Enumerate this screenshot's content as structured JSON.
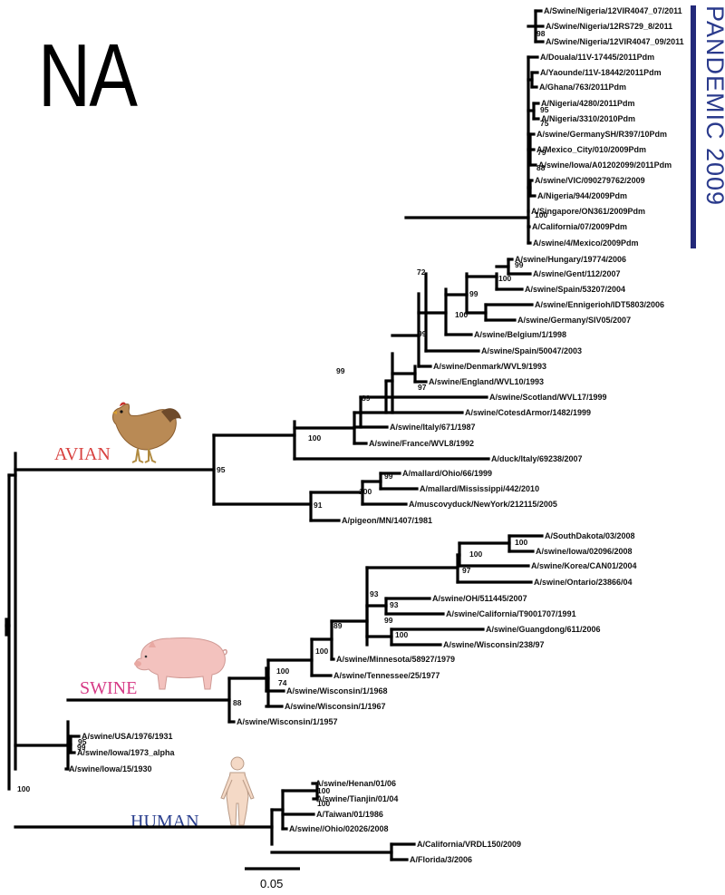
{
  "title": "NA",
  "pandemic_label": "PANDEMIC 2009",
  "groups": {
    "avian": "AVIAN",
    "swine": "SWINE",
    "human": "HUMAN"
  },
  "scale_bar": "0.05",
  "colors": {
    "red_leaf": "#d42020",
    "blue_leaf": "#2b51b5",
    "black_leaf": "#111111",
    "pandemic_bar": "#23297a"
  },
  "icons": [
    "chicken-icon",
    "pig-icon",
    "human-figure-icon"
  ],
  "leaves": [
    {
      "name": "A/Swine/Nigeria/12VIR4047_07/2011",
      "color": "red"
    },
    {
      "name": "A/Swine/Nigeria/12RS729_8/2011",
      "color": "red"
    },
    {
      "name": "A/Swine/Nigeria/12VIR4047_09/2011",
      "color": "red"
    },
    {
      "name": "A/Douala/11V-17445/2011Pdm",
      "color": "black"
    },
    {
      "name": "A/Yaounde/11V-18442/2011Pdm",
      "color": "black"
    },
    {
      "name": "A/Ghana/763/2011Pdm",
      "color": "black"
    },
    {
      "name": "A/Nigeria/4280/2011Pdm",
      "color": "blue"
    },
    {
      "name": "A/Nigeria/3310/2010Pdm",
      "color": "blue"
    },
    {
      "name": "A/swine/GermanySH/R397/10Pdm",
      "color": "black"
    },
    {
      "name": "A/Mexico_City/010/2009Pdm",
      "color": "black"
    },
    {
      "name": "A/swine/Iowa/A01202099/2011Pdm",
      "color": "black"
    },
    {
      "name": "A/swine/VIC/090279762/2009",
      "color": "black"
    },
    {
      "name": "A/Nigeria/944/2009Pdm",
      "color": "blue"
    },
    {
      "name": "A/Singapore/ON361/2009Pdm",
      "color": "black"
    },
    {
      "name": "A/California/07/2009Pdm",
      "color": "black"
    },
    {
      "name": "A/swine/4/Mexico/2009Pdm",
      "color": "black"
    },
    {
      "name": "A/swine/Hungary/19774/2006",
      "color": "black"
    },
    {
      "name": "A/swine/Gent/112/2007",
      "color": "black"
    },
    {
      "name": "A/swine/Spain/53207/2004",
      "color": "black"
    },
    {
      "name": "A/swine/Ennigerioh/IDT5803/2006",
      "color": "black"
    },
    {
      "name": "A/swine/Germany/SIV05/2007",
      "color": "black"
    },
    {
      "name": "A/swine/Belgium/1/1998",
      "color": "black"
    },
    {
      "name": "A/swine/Spain/50047/2003",
      "color": "black"
    },
    {
      "name": "A/swine/Denmark/WVL9/1993",
      "color": "black"
    },
    {
      "name": "A/swine/England/WVL10/1993",
      "color": "black"
    },
    {
      "name": "A/swine/Scotland/WVL17/1999",
      "color": "black"
    },
    {
      "name": "A/swine/CotesdArmor/1482/1999",
      "color": "black"
    },
    {
      "name": "A/swine/Italy/671/1987",
      "color": "black"
    },
    {
      "name": "A/swine/France/WVL8/1992",
      "color": "black"
    },
    {
      "name": "A/duck/Italy/69238/2007",
      "color": "black"
    },
    {
      "name": "A/mallard/Ohio/66/1999",
      "color": "black"
    },
    {
      "name": "A/mallard/Mississippi/442/2010",
      "color": "black"
    },
    {
      "name": "A/muscovyduck/NewYork/212115/2005",
      "color": "black"
    },
    {
      "name": "A/pigeon/MN/1407/1981",
      "color": "black"
    },
    {
      "name": "A/SouthDakota/03/2008",
      "color": "black"
    },
    {
      "name": "A/swine/Iowa/02096/2008",
      "color": "black"
    },
    {
      "name": "A/swine/Korea/CAN01/2004",
      "color": "black"
    },
    {
      "name": "A/swine/Ontario/23866/04",
      "color": "black"
    },
    {
      "name": "A/swine/OH/511445/2007",
      "color": "black"
    },
    {
      "name": "A/swine/California/T9001707/1991",
      "color": "black"
    },
    {
      "name": "A/swine/Guangdong/611/2006",
      "color": "black"
    },
    {
      "name": "A/swine/Wisconsin/238/97",
      "color": "black"
    },
    {
      "name": "A/swine/Minnesota/58927/1979",
      "color": "black"
    },
    {
      "name": "A/swine/Tennessee/25/1977",
      "color": "black"
    },
    {
      "name": "A/swine/Wisconsin/1/1968",
      "color": "black"
    },
    {
      "name": "A/swine/Wisconsin/1/1967",
      "color": "black"
    },
    {
      "name": "A/swine/Wisconsin/1/1957",
      "color": "black"
    },
    {
      "name": "A/swine/USA/1976/1931",
      "color": "black"
    },
    {
      "name": "A/swine/Iowa/1973_alpha",
      "color": "black"
    },
    {
      "name": "A/swine/Iowa/15/1930",
      "color": "black"
    },
    {
      "name": "A/swine/Henan/01/06",
      "color": "black"
    },
    {
      "name": "A/swine/Tianjin/01/04",
      "color": "black"
    },
    {
      "name": "A/Taiwan/01/1986",
      "color": "black"
    },
    {
      "name": "A/swine//Ohio/02026/2008",
      "color": "black"
    },
    {
      "name": "A/California/VRDL150/2009",
      "color": "black"
    },
    {
      "name": "A/Florida/3/2006",
      "color": "black"
    }
  ],
  "bootstrap_values": [
    "98",
    "95",
    "75",
    "79",
    "88",
    "100",
    "72",
    "99",
    "100",
    "99",
    "100",
    "99",
    "97",
    "89",
    "99",
    "100",
    "95",
    "99",
    "100",
    "91",
    "100",
    "100",
    "97",
    "93",
    "93",
    "99",
    "100",
    "89",
    "100",
    "100",
    "74",
    "88",
    "95",
    "99",
    "100",
    "100",
    "100"
  ]
}
